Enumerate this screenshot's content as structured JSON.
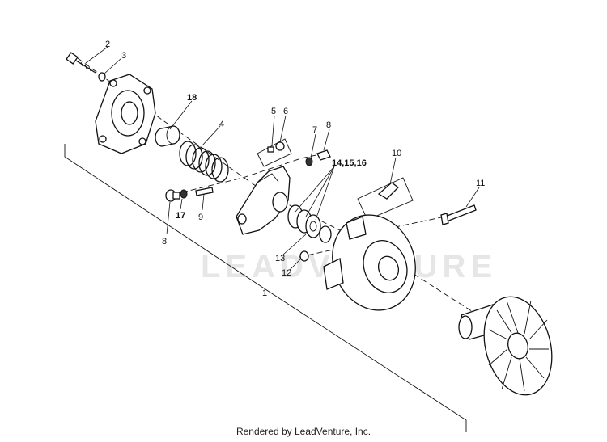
{
  "watermark": "LEADVENTURE",
  "footer": "Rendered by LeadVenture, Inc.",
  "callouts": {
    "c1": "1",
    "c2": "2",
    "c3": "3",
    "c4": "4",
    "c5": "5",
    "c6": "6",
    "c7": "7",
    "c8a": "8",
    "c8b": "8",
    "c9": "9",
    "c10": "10",
    "c11": "11",
    "c12": "12",
    "c13": "13",
    "c141516": "14,15,16",
    "c17": "17",
    "c18": "18"
  }
}
